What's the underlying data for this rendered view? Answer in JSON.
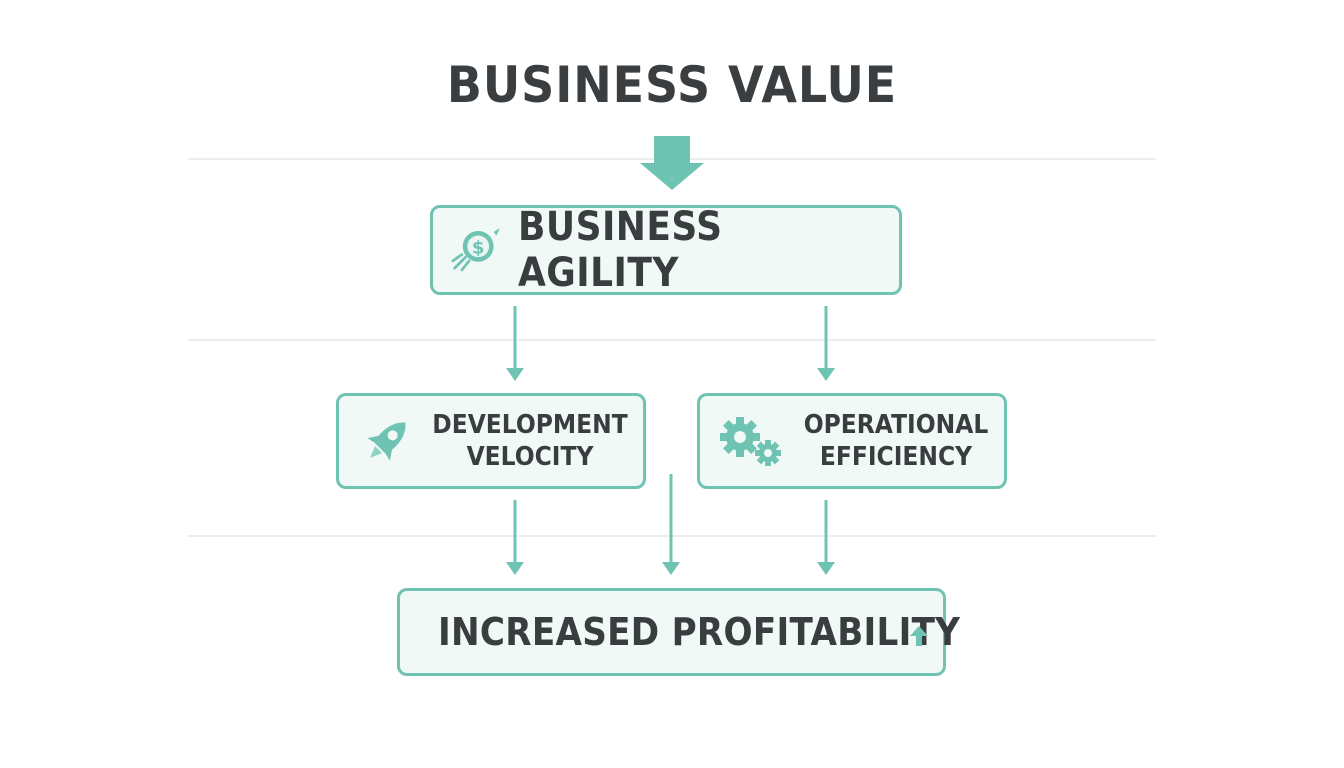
{
  "title": "BUSINESS VALUE",
  "nodes": {
    "agility": {
      "label": "BUSINESS AGILITY",
      "icon": "rocket-coin-icon"
    },
    "development": {
      "line1": "DEVELOPMENT",
      "line2": "VELOCITY",
      "icon": "rocket-icon"
    },
    "operations": {
      "line1": "OPERATIONAL",
      "line2": "EFFICIENCY",
      "icon": "gears-icon"
    },
    "profit": {
      "label": "INCREASED PROFITABILITY",
      "icon": "up-arrow-icon"
    }
  },
  "colors": {
    "accent": "#6fc3b2",
    "box_fill": "#f0f9f6",
    "text": "#3a3d3f",
    "guide": "#ededee"
  }
}
